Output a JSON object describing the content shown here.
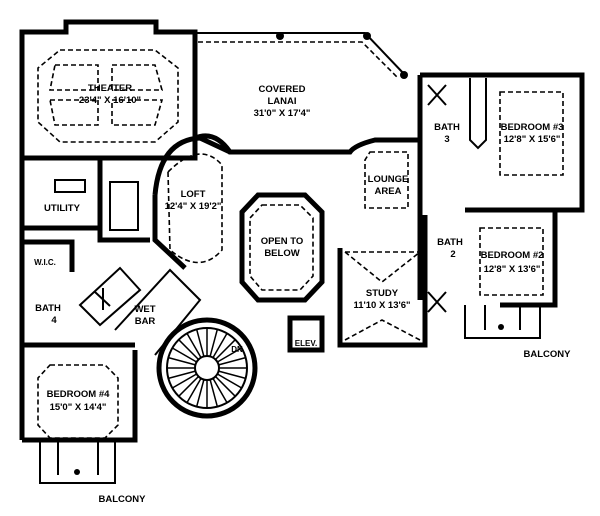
{
  "plan": {
    "theater": {
      "name": "THEATER",
      "size": "23'4\" X 16'10\""
    },
    "lanai": {
      "name1": "COVERED",
      "name2": "LANAI",
      "size": "31'0\" X 17'4\""
    },
    "loft": {
      "name": "LOFT",
      "size": "12'4\" X 19'2\""
    },
    "utility": {
      "name": "UTILITY"
    },
    "open_to_below": {
      "line1": "OPEN TO",
      "line2": "BELOW"
    },
    "lounge": {
      "line1": "LOUNGE",
      "line2": "AREA"
    },
    "bath3": {
      "name": "BATH",
      "num": "3"
    },
    "bedroom3": {
      "name": "BEDROOM #3",
      "size": "12'8\" X 15'6\""
    },
    "bath2": {
      "name": "BATH",
      "num": "2"
    },
    "bedroom2": {
      "name": "BEDROOM #2",
      "size": "12'8\" X 13'6\""
    },
    "study": {
      "name": "STUDY",
      "size": "11'10 X 13'6\""
    },
    "elev": {
      "name": "ELEV."
    },
    "wic": {
      "name": "W.I.C."
    },
    "bath4": {
      "name": "BATH",
      "num": "4"
    },
    "wetbar": {
      "line1": "WET",
      "line2": "BAR"
    },
    "stair": {
      "label": "DN"
    },
    "bedroom4": {
      "name": "BEDROOM #4",
      "size": "15'0\" X 14'4\""
    },
    "balcony_right": {
      "name": "BALCONY"
    },
    "balcony_left": {
      "name": "BALCONY"
    }
  }
}
